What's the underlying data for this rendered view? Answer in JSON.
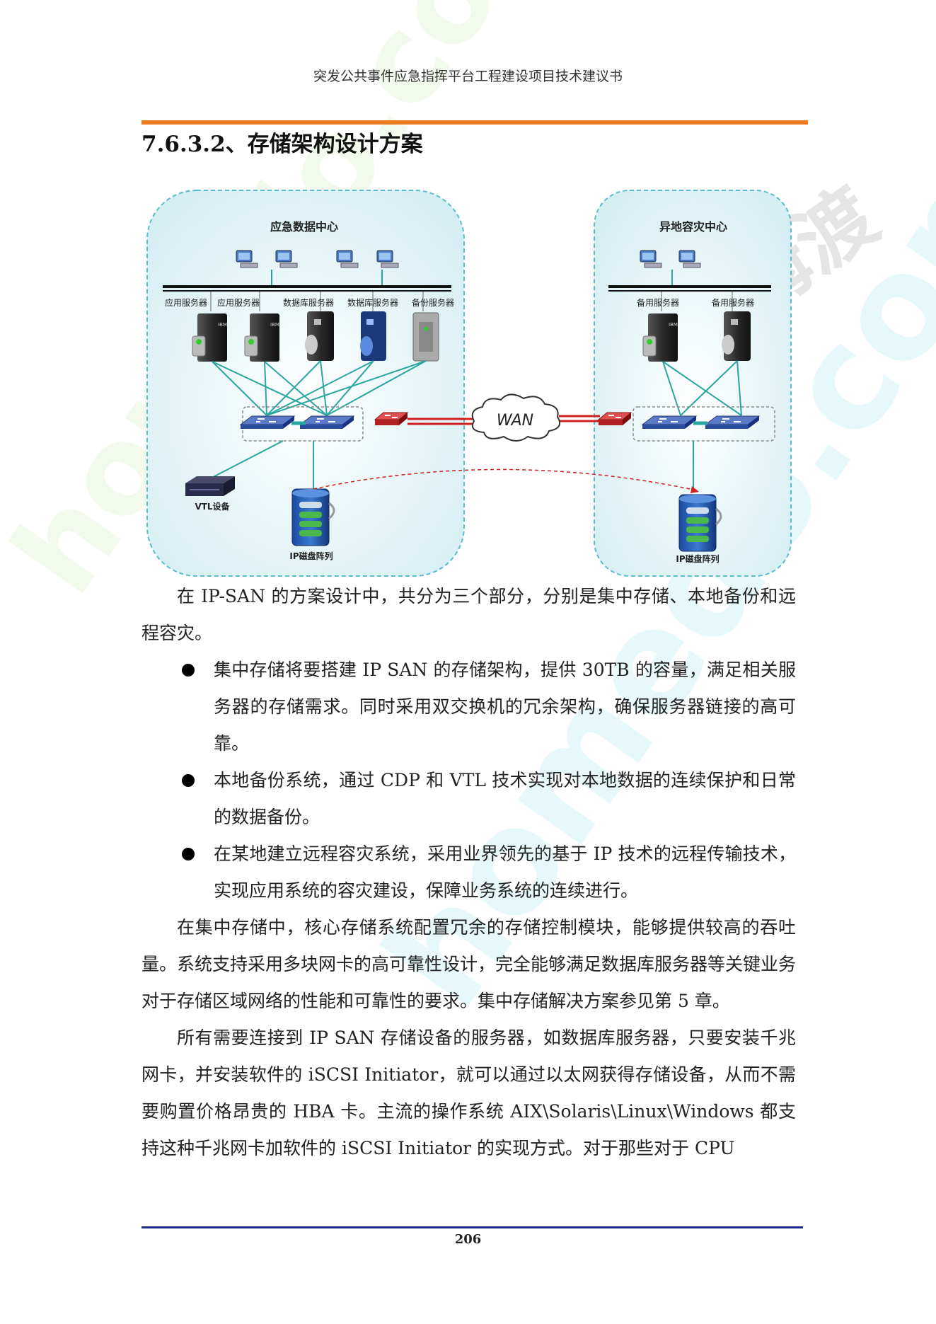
{
  "header": {
    "title": "突发公共事件应急指挥平台工程建设项目技术建议书"
  },
  "section": {
    "heading": "7.6.3.2、存储架构设计方案"
  },
  "diagram": {
    "left_site": {
      "title": "应急数据中心",
      "server_labels": [
        "应用服务器",
        "应用服务器",
        "数据库服务器",
        "数据库服务器",
        "备份服务器"
      ],
      "vtl_label": "VTL设备",
      "storage_label": "IP磁盘阵列"
    },
    "wan_label": "WAN",
    "right_site": {
      "title": "异地容灾中心",
      "server_labels": [
        "备用服务器",
        "备用服务器"
      ],
      "storage_label": "IP磁盘阵列"
    },
    "server_brand": "IBM"
  },
  "body": {
    "intro": "在 IP-SAN 的方案设计中，共分为三个部分，分别是集中存储、本地备份和远程容灾。",
    "bullets": [
      "集中存储将要搭建 IP SAN 的存储架构，提供 30TB 的容量，满足相关服务器的存储需求。同时采用双交换机的冗余架构，确保服务器链接的高可靠。",
      "本地备份系统，通过 CDP 和 VTL 技术实现对本地数据的连续保护和日常的数据备份。",
      "在某地建立远程容灾系统，采用业界领先的基于 IP 技术的远程传输技术，实现应用系统的容灾建设，保障业务系统的连续进行。"
    ],
    "para2": "在集中存储中，核心存储系统配置冗余的存储控制模块，能够提供较高的吞吐量。系统支持采用多块网卡的高可靠性设计，完全能够满足数据库服务器等关键业务对于存储区域网络的性能和可靠性的要求。集中存储解决方案参见第 5 章。",
    "para3": "所有需要连接到 IP SAN 存储设备的服务器，如数据库服务器，只要安装千兆网卡，并安装软件的 iSCSI Initiator，就可以通过以太网获得存储设备，从而不需要购置价格昂贵的 HBA 卡。主流的操作系统 AIX\\Solaris\\Linux\\Windows 都支持这种千兆网卡加软件的 iSCSI Initiator 的实现方式。对于那些对于 CPU"
  },
  "footer": {
    "page_number": "206"
  },
  "watermark": {
    "text_1": "homedo.com",
    "text_2": "homedo.com",
    "text_3": "河姆渡"
  },
  "colors": {
    "accent_orange": "#f07a1a",
    "footer_blue": "#1a2a8c",
    "link_teal": "#2aa5a0",
    "wan_red": "#d02020"
  }
}
